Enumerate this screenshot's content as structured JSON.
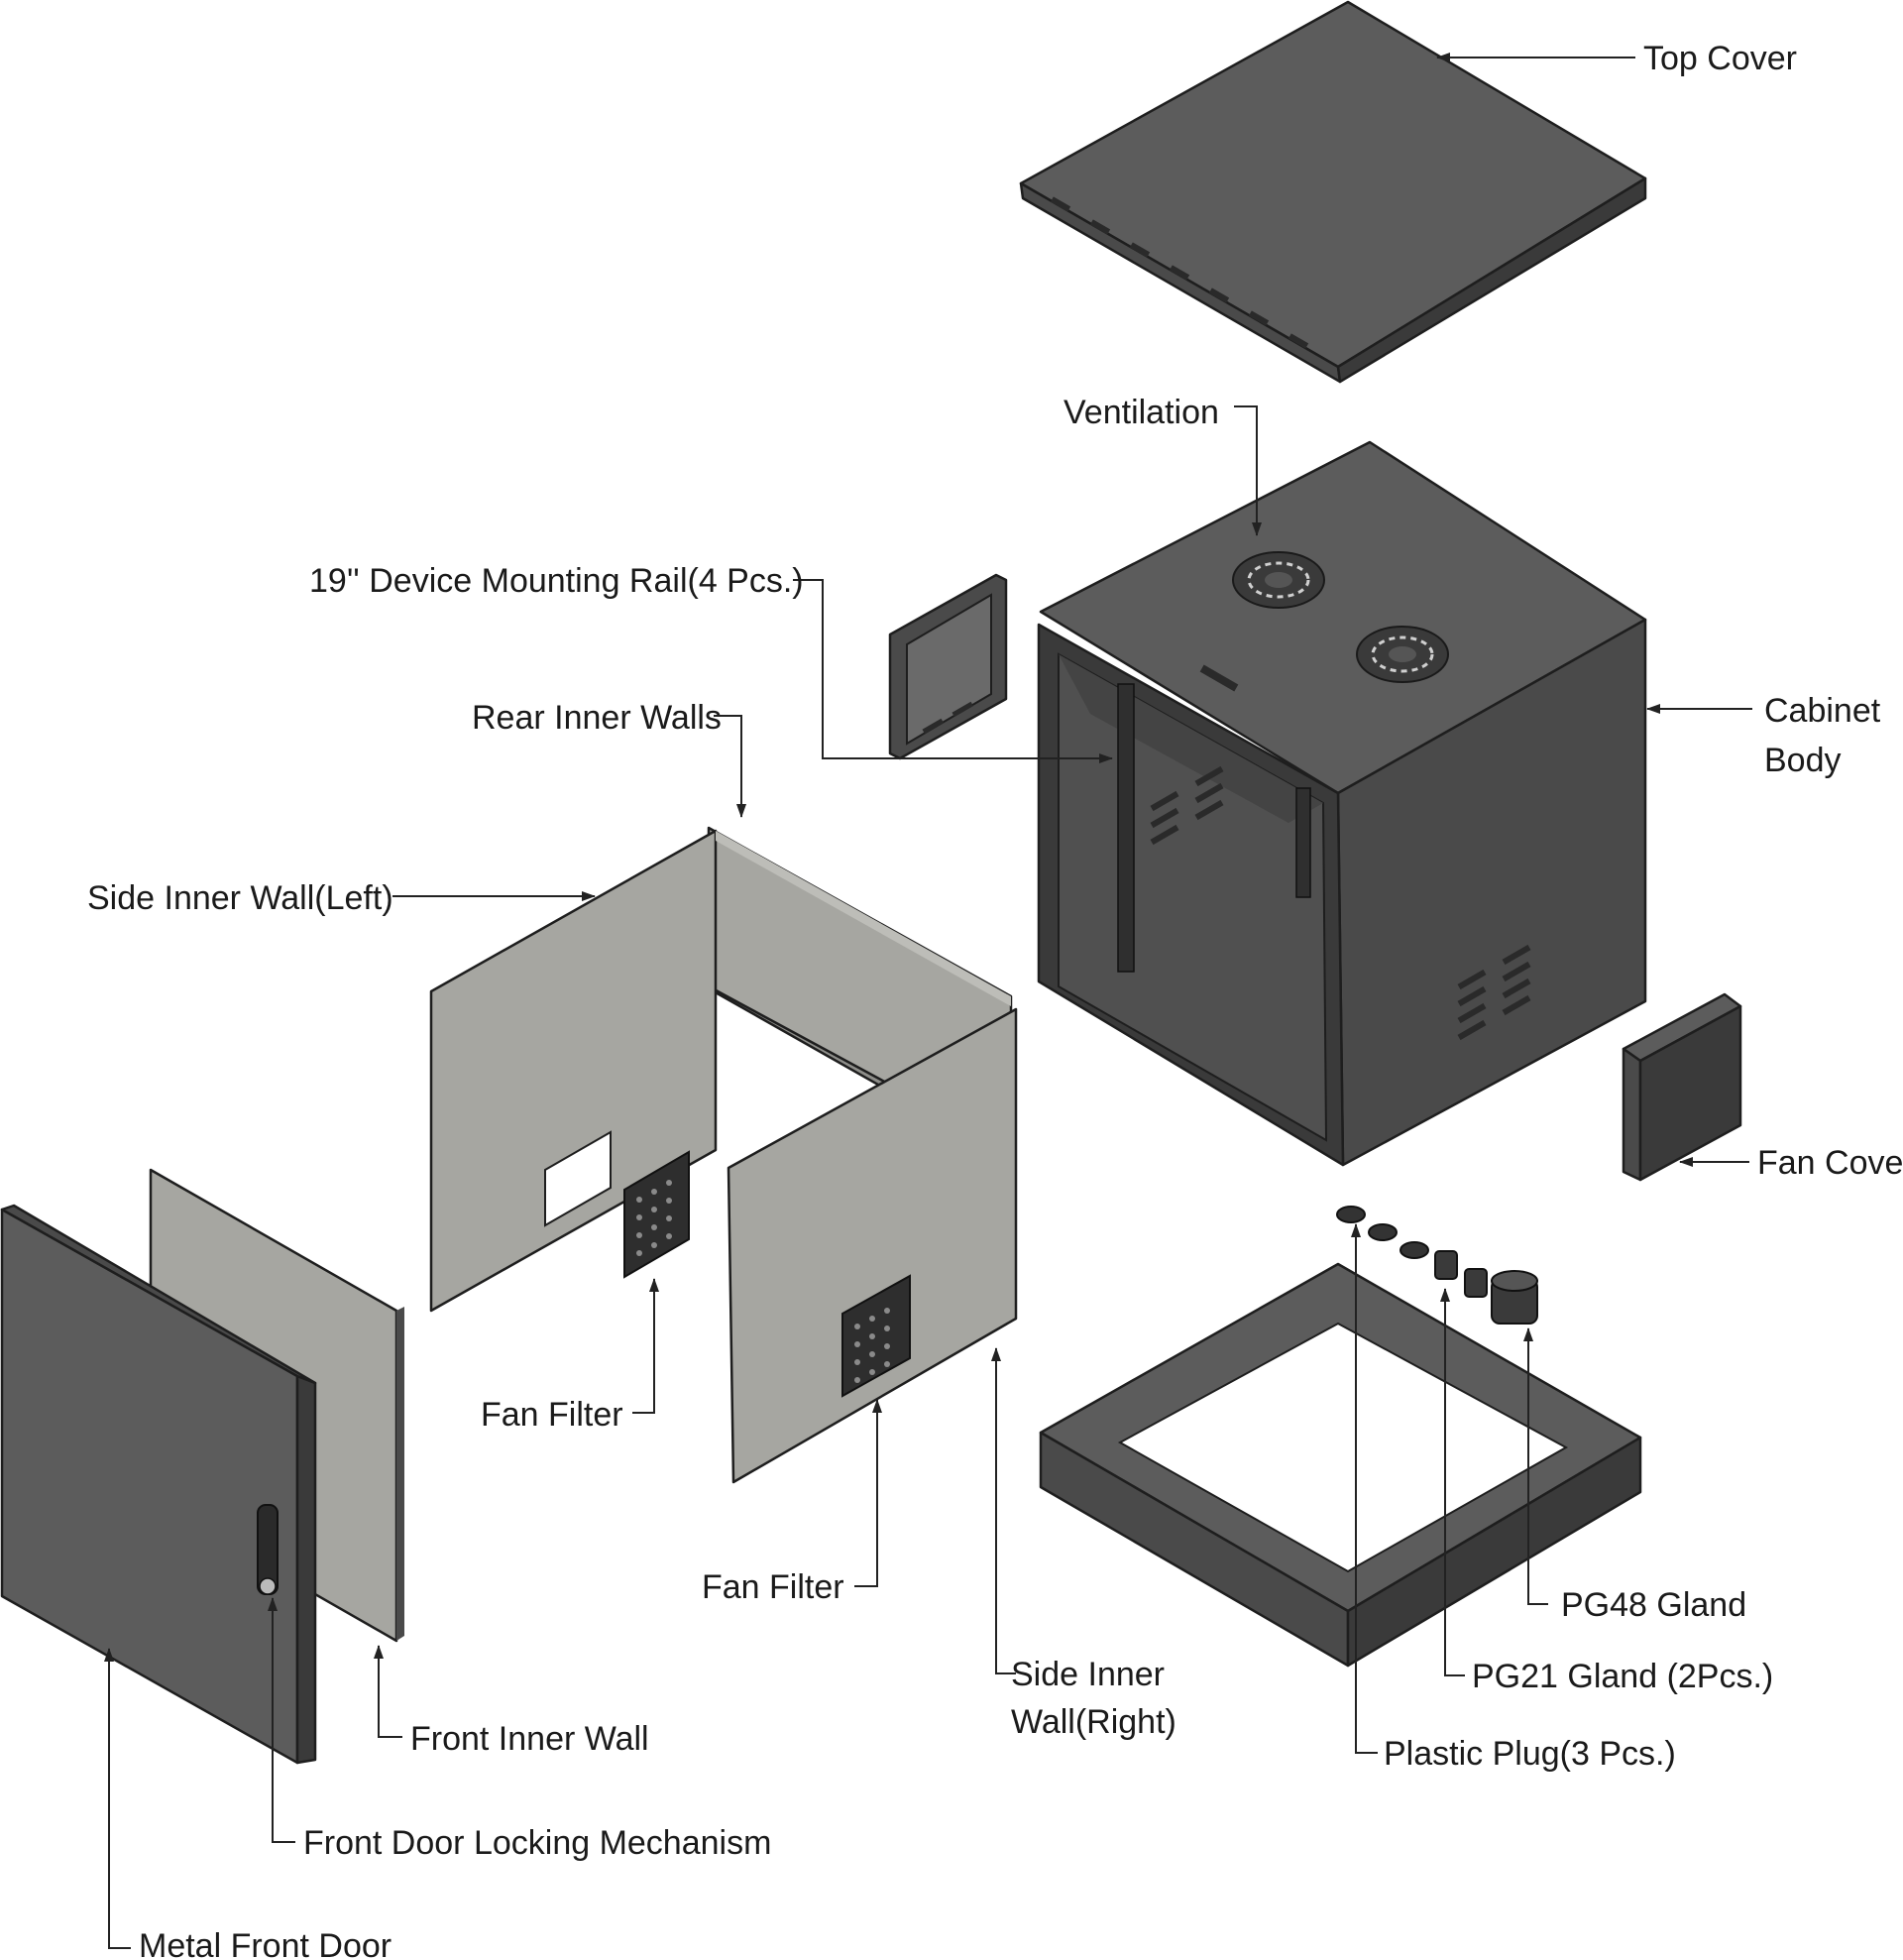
{
  "labels": {
    "top_cover": "Top Cover",
    "ventilation": "Ventilation",
    "mounting_rail": "19'' Device Mounting Rail(4 Pcs.)",
    "rear_inner_walls": "Rear Inner Walls",
    "cabinet_body_1": "Cabinet",
    "cabinet_body_2": "Body",
    "side_inner_wall_left": "Side Inner Wall(Left)",
    "fan_cover": "Fan Cover",
    "fan_filter_left": "Fan Filter",
    "fan_filter_right": "Fan Filter",
    "pg48_gland": "PG48 Gland",
    "side_inner_wall_right_1": "Side Inner",
    "side_inner_wall_right_2": "Wall(Right)",
    "pg21_gland": "PG21 Gland (2Pcs.)",
    "front_inner_wall": "Front Inner Wall",
    "plastic_plug": "Plastic Plug(3 Pcs.)",
    "front_door_locking": "Front Door Locking Mechanism",
    "metal_front_door": "Metal Front Door"
  },
  "colors": {
    "metal_dark": "#5c5c5c",
    "panel_light": "#a6a6a1",
    "leader_line": "#222222"
  }
}
